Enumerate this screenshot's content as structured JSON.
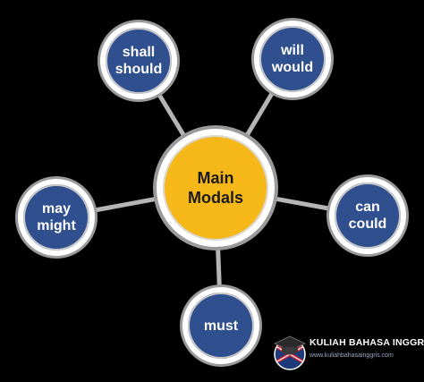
{
  "diagram": {
    "center": {
      "line1": "Main",
      "line2": "Modals"
    },
    "nodes": {
      "shall": {
        "line1": "shall",
        "line2": "should"
      },
      "will": {
        "line1": "will",
        "line2": "would"
      },
      "may": {
        "line1": "may",
        "line2": "might"
      },
      "can": {
        "line1": "can",
        "line2": "could"
      },
      "must": {
        "line1": "must"
      }
    }
  },
  "watermark": {
    "title": "KULIAH BAHASA INGGRIS",
    "url": "www.kuliahbahasainggris.com"
  },
  "colors": {
    "background": "#000000",
    "outer_fill": "#2f4f8f",
    "center_fill": "#f6b818",
    "ring": "#ffffff",
    "connector": "#b5b5b5"
  }
}
